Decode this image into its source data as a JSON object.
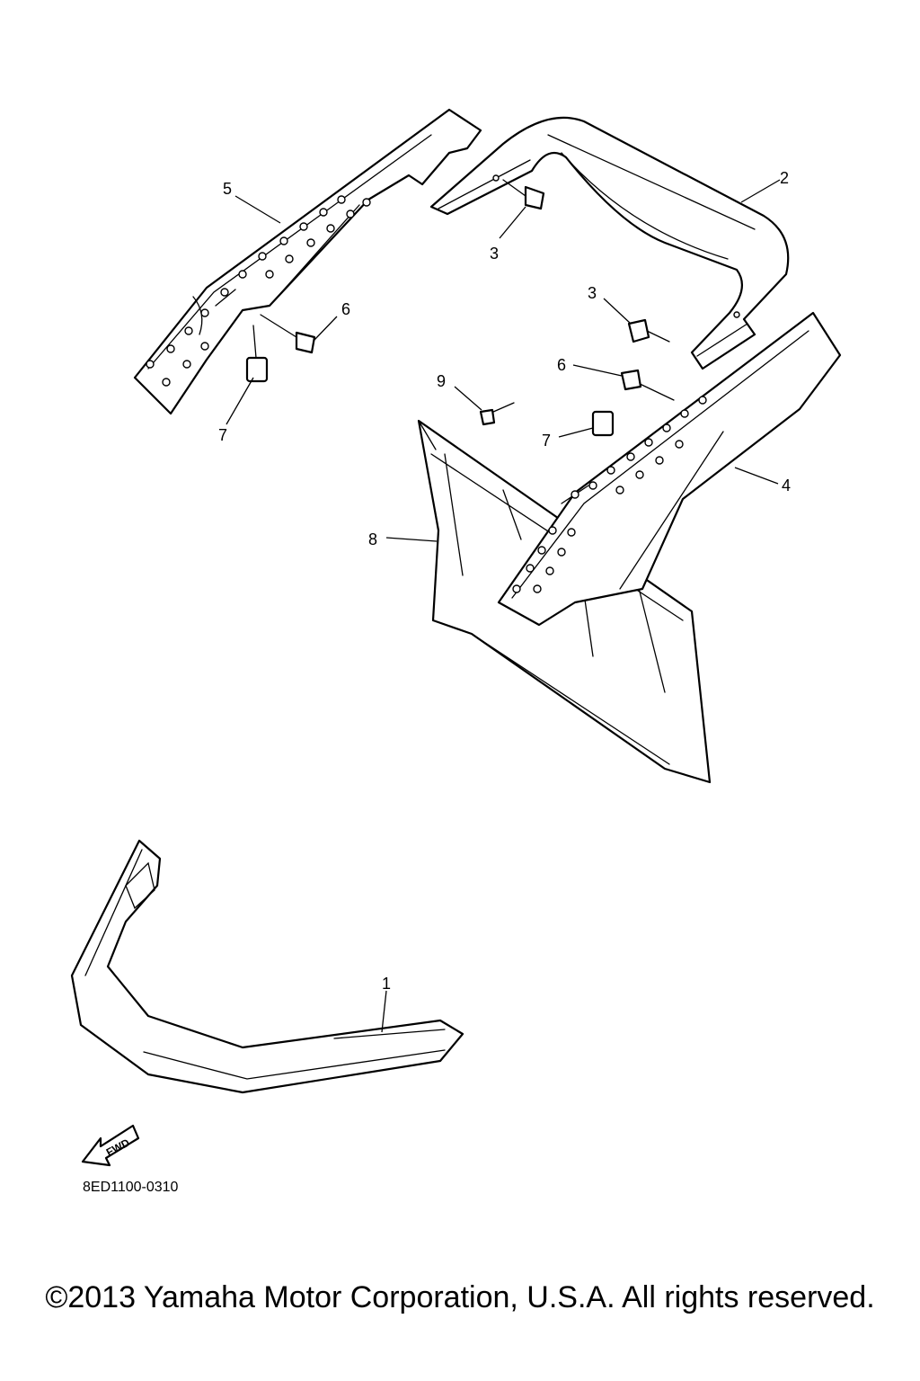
{
  "callouts": {
    "c1": "1",
    "c2": "2",
    "c3a": "3",
    "c3b": "3",
    "c4": "4",
    "c5": "5",
    "c6a": "6",
    "c6b": "6",
    "c7a": "7",
    "c7b": "7",
    "c8": "8",
    "c9": "9"
  },
  "fwd_label": "FWD",
  "diagram_code": "8ED1100-0310",
  "copyright": "©2013 Yamaha Motor Corporation, U.S.A. All rights reserved."
}
